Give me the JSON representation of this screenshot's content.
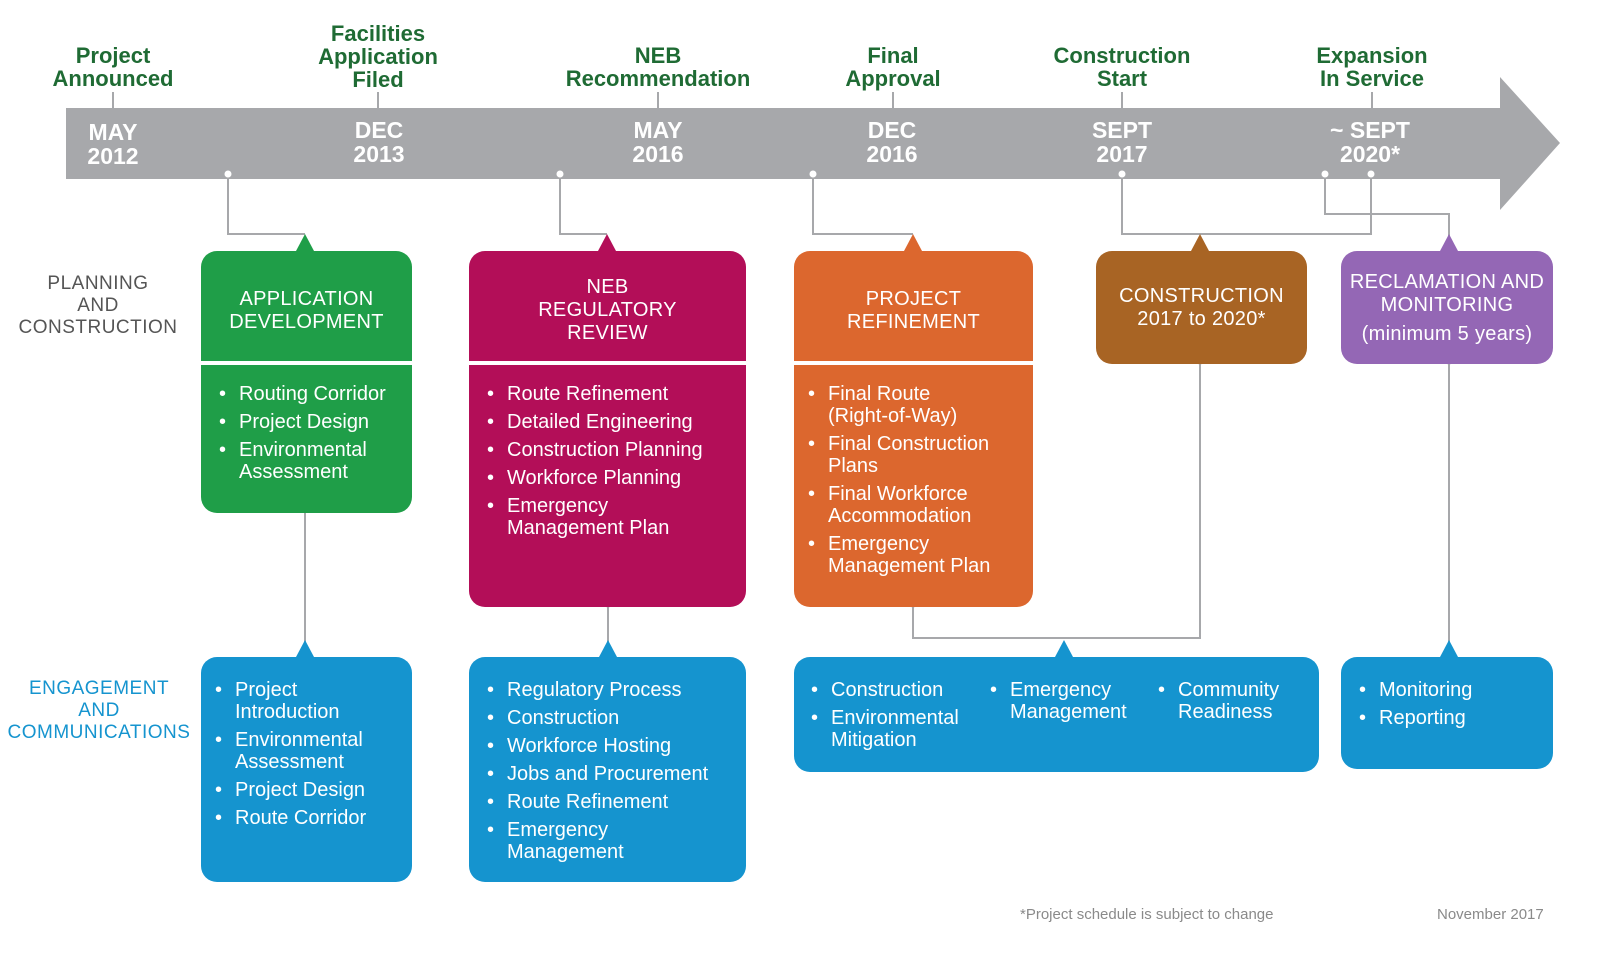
{
  "milestones": [
    {
      "label": "Project\nAnnounced",
      "date": "MAY\n2012"
    },
    {
      "label": "Facilities\nApplication\nFiled",
      "date": "DEC\n2013"
    },
    {
      "label": "NEB\nRecommendation",
      "date": "MAY\n2016"
    },
    {
      "label": "Final\nApproval",
      "date": "DEC\n2016"
    },
    {
      "label": "Construction\nStart",
      "date": "SEPT\n2017"
    },
    {
      "label": "Expansion\nIn Service",
      "date": "~ SEPT\n2020*"
    }
  ],
  "rows": {
    "planning": "PLANNING\nAND\nCONSTRUCTION",
    "engagement": "ENGAGEMENT\nAND\nCOMMUNICATIONS"
  },
  "planning_boxes": [
    {
      "title": "APPLICATION\nDEVELOPMENT",
      "color": "#1f9e48",
      "items": [
        "Routing Corridor",
        "Project Design",
        "Environmental\nAssessment"
      ]
    },
    {
      "title": "NEB\nREGULATORY\nREVIEW",
      "color": "#b30e58",
      "items": [
        "Route Refinement",
        "Detailed Engineering",
        "Construction Planning",
        "Workforce Planning",
        "Emergency\nManagement Plan"
      ]
    },
    {
      "title": "PROJECT\nREFINEMENT",
      "color": "#dc672e",
      "items": [
        "Final Route\n(Right-of-Way)",
        "Final Construction\nPlans",
        "Final Workforce\nAccommodation",
        "Emergency\nManagement Plan"
      ]
    },
    {
      "title": "CONSTRUCTION\n2017 to 2020*",
      "color": "#a86424",
      "items": []
    },
    {
      "title": "RECLAMATION AND\nMONITORING",
      "subtitle": "(minimum 5 years)",
      "color": "#9467b5",
      "items": []
    }
  ],
  "engagement_boxes": [
    {
      "color": "#1594cf",
      "items": [
        "Project\nIntroduction",
        "Environmental\nAssessment",
        "Project Design",
        "Route Corridor"
      ]
    },
    {
      "color": "#1594cf",
      "items": [
        "Regulatory Process",
        "Construction",
        "Workforce Hosting",
        "Jobs and Procurement",
        "Route Refinement",
        "Emergency\nManagement"
      ]
    },
    {
      "color": "#1594cf",
      "columns": [
        [
          "Construction",
          "Environmental\nMitigation"
        ],
        [
          "Emergency\nManagement"
        ],
        [
          "Community\nReadiness"
        ]
      ]
    },
    {
      "color": "#1594cf",
      "items": [
        "Monitoring",
        "Reporting"
      ]
    }
  ],
  "colors": {
    "timeline": "#a7a8ab",
    "milestone_text": "#1f6b34",
    "connector": "#a7a8ab",
    "engagement_label": "#1594cf",
    "planning_label": "#555555"
  },
  "footnote": "*Project schedule is subject to change",
  "date_stamp": "November 2017"
}
